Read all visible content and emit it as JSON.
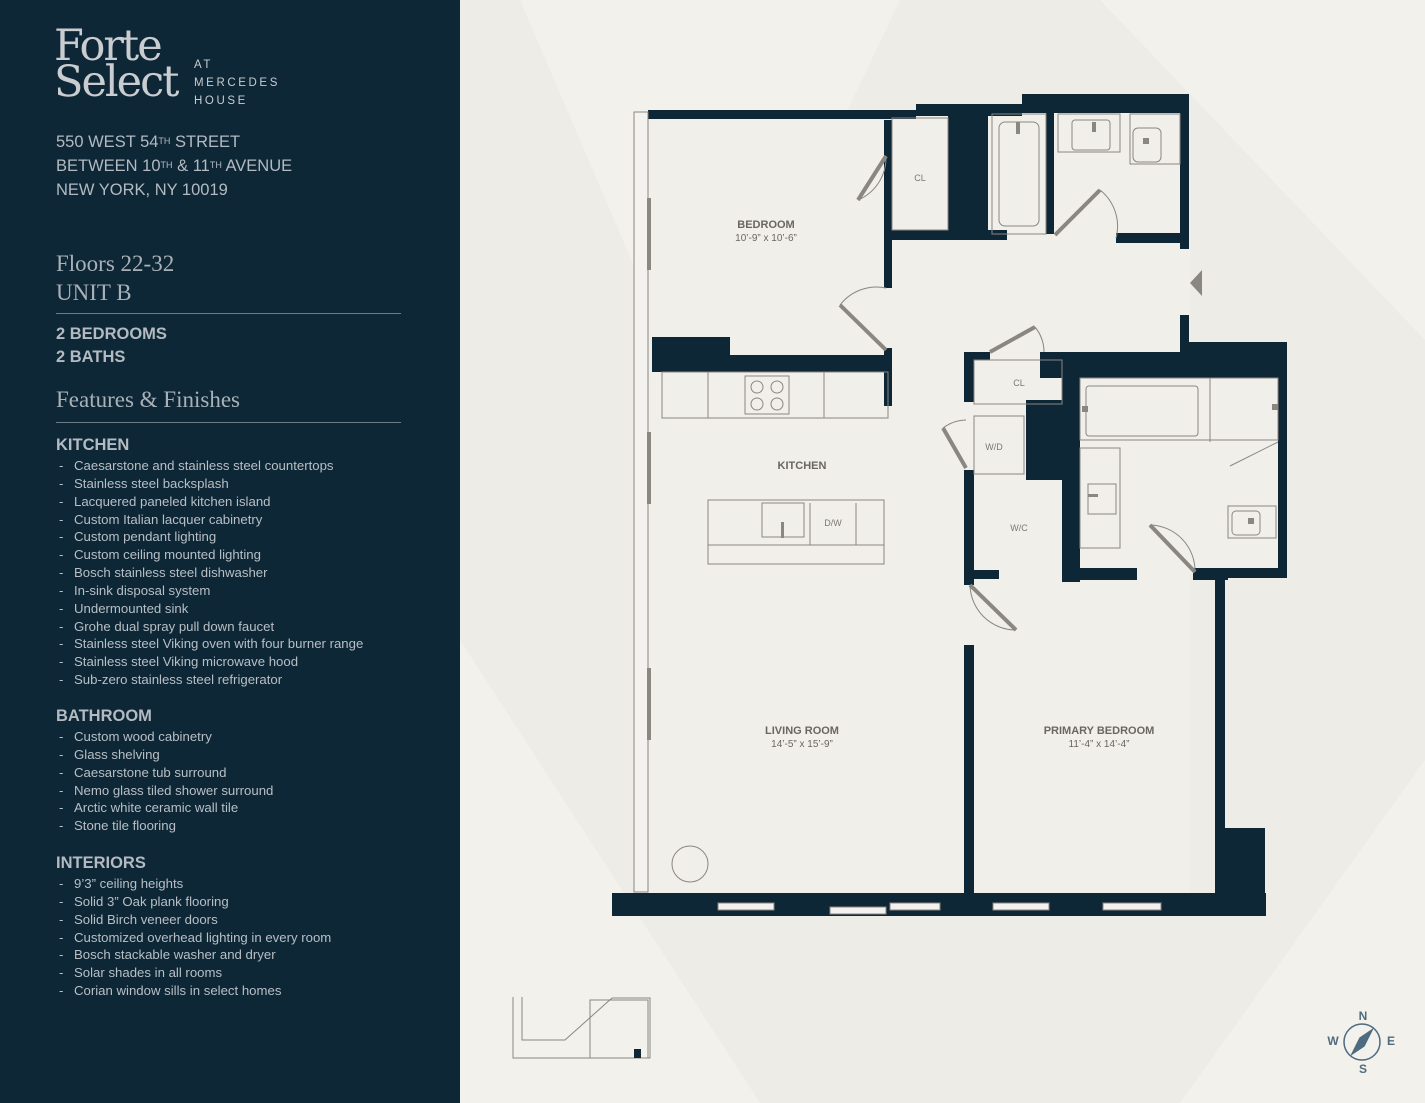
{
  "brand": {
    "logo_line1": "Forte",
    "logo_line2": "Select",
    "at_lines": [
      "AT",
      "MERCEDES",
      "HOUSE"
    ]
  },
  "address": {
    "line1_main": "550 WEST 54",
    "line1_sup": "TH",
    "line1_end": " STREET",
    "line2_a": "BETWEEN 10",
    "line2_sup1": "TH",
    "line2_b": " & 11",
    "line2_sup2": "TH",
    "line2_end": " AVENUE",
    "line3": "NEW YORK, NY 10019"
  },
  "unit": {
    "floors": "Floors 22-32",
    "name": "UNIT B",
    "bedrooms": "2 BEDROOMS",
    "baths": "2 BATHS"
  },
  "features": {
    "title": "Features & Finishes",
    "sections": [
      {
        "title": "KITCHEN",
        "items": [
          "Caesarstone and stainless steel countertops",
          "Stainless steel backsplash",
          "Lacquered paneled kitchen island",
          "Custom Italian lacquer cabinetry",
          "Custom pendant lighting",
          "Custom ceiling mounted lighting",
          "Bosch stainless steel dishwasher",
          "In-sink disposal system",
          "Undermounted sink",
          "Grohe dual spray pull down faucet",
          "Stainless steel Viking oven with four burner range",
          "Stainless steel Viking microwave hood",
          "Sub-zero stainless steel refrigerator"
        ]
      },
      {
        "title": "BATHROOM",
        "items": [
          "Custom wood cabinetry",
          "Glass shelving",
          "Caesarstone tub surround",
          "Nemo glass tiled shower surround",
          "Arctic white ceramic wall tile",
          "Stone tile flooring"
        ]
      },
      {
        "title": "INTERIORS",
        "items": [
          "9’3” ceiling heights",
          "Solid 3” Oak plank flooring",
          "Solid Birch veneer doors",
          "Customized overhead lighting in every room",
          "Bosch stackable washer and dryer",
          "Solar shades in all rooms",
          "Corian window sills in select homes"
        ]
      }
    ]
  },
  "plan": {
    "rooms": [
      {
        "label": "BEDROOM",
        "dims": "10’-9” x 10’-6”"
      },
      {
        "label": "KITCHEN",
        "dims": ""
      },
      {
        "label": "LIVING ROOM",
        "dims": "14’-5” x 15’-9”"
      },
      {
        "label": "PRIMARY BEDROOM",
        "dims": "11’-4” x 14’-4”"
      }
    ],
    "small_labels": [
      "CL",
      "CL",
      "W/D",
      "W/C",
      "D/W"
    ],
    "compass": {
      "n": "N",
      "s": "S",
      "e": "E",
      "w": "W"
    },
    "colors": {
      "wall": "#0e2736",
      "floor": "#f1efea",
      "background": "#eeece6",
      "fixture": "#8a8680"
    }
  }
}
